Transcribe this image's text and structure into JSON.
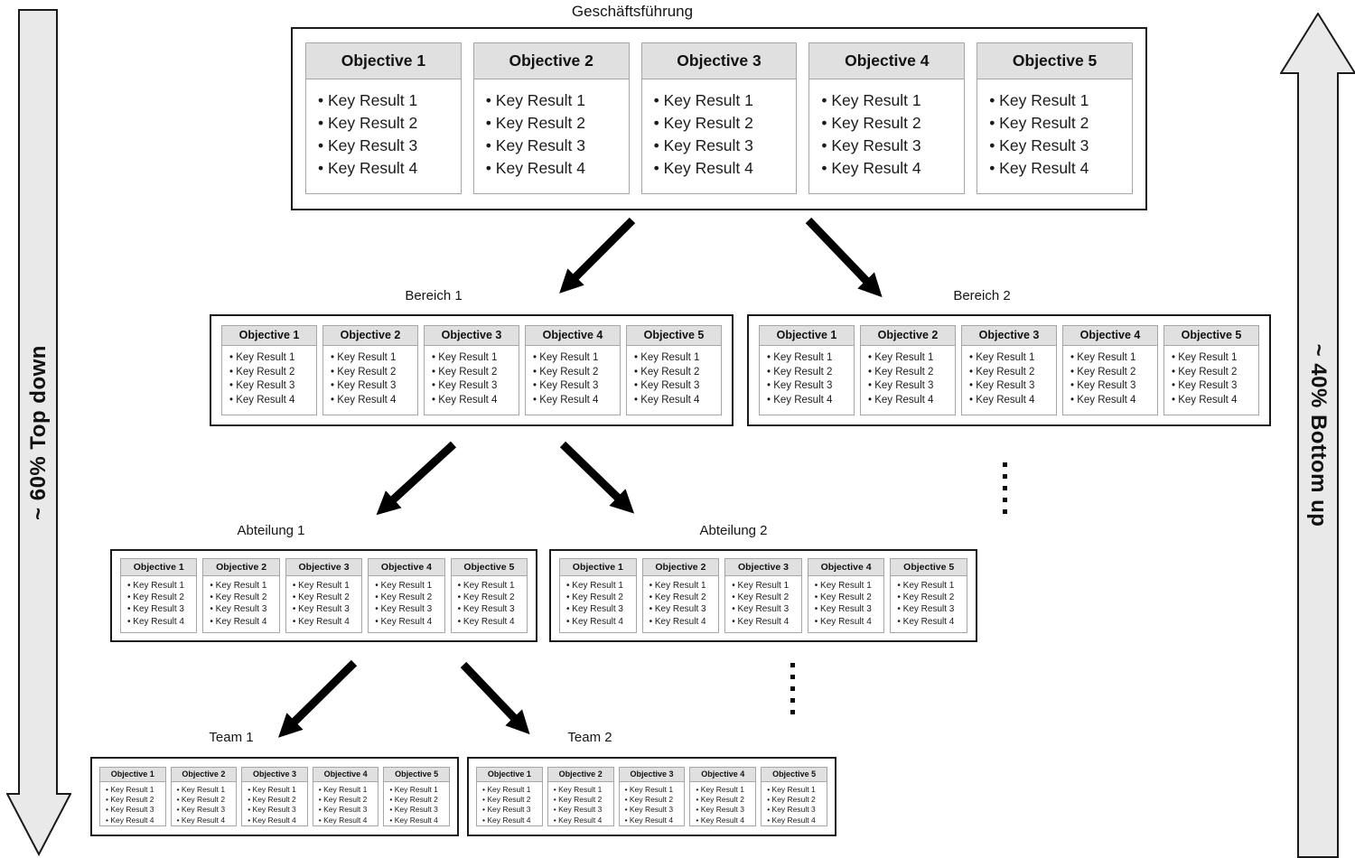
{
  "diagram": {
    "side_arrows": {
      "left": {
        "label": "~ 60% Top down",
        "direction": "down"
      },
      "right": {
        "label": "~ 40% Bottom up",
        "direction": "up"
      }
    },
    "units": [
      {
        "title": "Geschäftsführung",
        "level": "1"
      },
      {
        "title": "Bereich 1",
        "level": "2"
      },
      {
        "title": "Bereich 2",
        "level": "2"
      },
      {
        "title": "Abteilung 1",
        "level": "3"
      },
      {
        "title": "Abteilung 2",
        "level": "3"
      },
      {
        "title": "Team 1",
        "level": "4"
      },
      {
        "title": "Team 2",
        "level": "4"
      }
    ],
    "okr_set": {
      "bullet": "•",
      "objectives": [
        {
          "title": "Objective 1",
          "key_results": [
            "Key Result 1",
            "Key Result 2",
            "Key Result 3",
            "Key Result 4"
          ]
        },
        {
          "title": "Objective 2",
          "key_results": [
            "Key Result 1",
            "Key Result 2",
            "Key Result 3",
            "Key Result 4"
          ]
        },
        {
          "title": "Objective 3",
          "key_results": [
            "Key Result 1",
            "Key Result 2",
            "Key Result 3",
            "Key Result 4"
          ]
        },
        {
          "title": "Objective 4",
          "key_results": [
            "Key Result 1",
            "Key Result 2",
            "Key Result 3",
            "Key Result 4"
          ]
        },
        {
          "title": "Objective 5",
          "key_results": [
            "Key Result 1",
            "Key Result 2",
            "Key Result 3",
            "Key Result 4"
          ]
        }
      ]
    },
    "ellipsis_dots_per_column": 5,
    "colors": {
      "card_header_bg": "#e0e0e0",
      "card_border": "#a6a6a6",
      "container_border": "#1a1a1a",
      "side_arrow_fill": "#e9e9e9",
      "connector": "#000000"
    }
  }
}
